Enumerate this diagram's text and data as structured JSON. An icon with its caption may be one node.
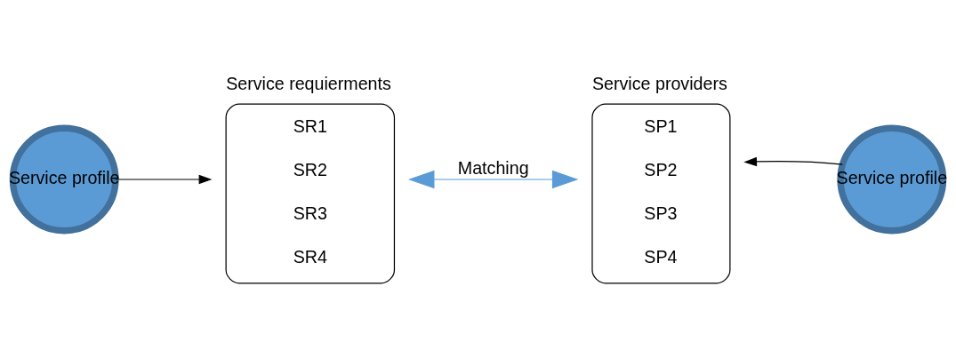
{
  "diagram": {
    "nodes": [
      {
        "text": [
          "Service profile"
        ]
      },
      {
        "text": [
          "Service requierments",
          "SR1",
          "SR2",
          "SR3",
          "SR4"
        ]
      },
      {
        "text": [
          "Service providers",
          "SP1",
          "SP2",
          "SP3",
          "SP4"
        ]
      },
      {
        "text": [
          "Service profile"
        ]
      }
    ],
    "edges": [
      {
        "from": 0,
        "to": 1,
        "arrow": "to"
      },
      {
        "from": 1,
        "to": 2,
        "arrow": "both",
        "label": "Matching",
        "color": "#5b9bd5"
      },
      {
        "from": 3,
        "to": 2,
        "arrow": "to"
      }
    ]
  }
}
